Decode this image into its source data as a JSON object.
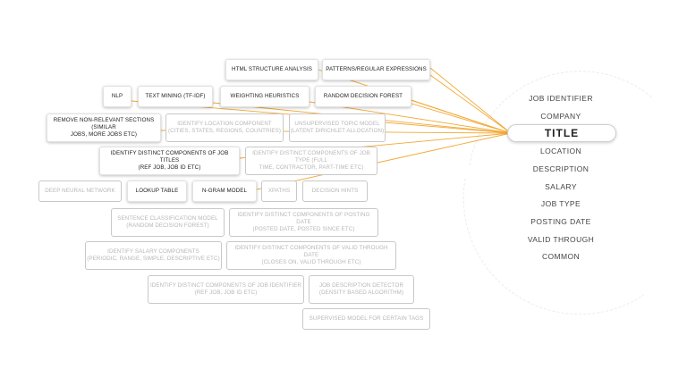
{
  "accent_color": "#f2a833",
  "methods": {
    "html_structure": "HTML STRUCTURE ANALYSIS",
    "patterns": "PATTERNS/REGULAR EXPRESSIONS",
    "nlp": "NLP",
    "text_mining": "TEXT MINING (TF-IDF)",
    "weighting": "WEIGHTING HEURISTICS",
    "random_forest": "RANDOM DECISION FOREST",
    "remove_sections_1": "REMOVE NON-RELEVANT SECTIONS (SIMILAR",
    "remove_sections_2": "JOBS, MORE JOBS ETC)",
    "location_comp_1": "IDENTIFY LOCATION COMPONENT",
    "location_comp_2": "(CITIES, STATES, REGIONS, COUNTRIES)",
    "topic_model_1": "UNSUPERVISED TOPIC MODEL",
    "topic_model_2": "(LATENT DIRICHLET ALLOCATION)",
    "job_titles_1": "IDENTIFY DISTINCT COMPONENTS OF JOB TITLES",
    "job_titles_2": "(REF JOB, JOB ID ETC)",
    "job_type_1": "IDENTIFY DISTINCT COMPONENTS OF JOB TYPE (FULL",
    "job_type_2": "TIME, CONTRACTOR, PART-TIME ETC)",
    "deep_nn": "DEEP NEURAL NETWORK",
    "lookup": "LOOKUP TABLE",
    "ngram": "N-GRAM MODEL",
    "xpaths": "XPATHS",
    "decision_hints": "DECISION HINTS",
    "sentence_class_1": "SENTENCE CLASSIFICATION MODEL",
    "sentence_class_2": "(RANDOM DECISION FOREST)",
    "posting_date_1": "IDENTIFY DISTINCT COMPONENTS OF POSTING DATE",
    "posting_date_2": "(POSTED DATE, POSTED SINCE ETC)",
    "salary_comp_1": "IDENTIFY SALARY COMPONENTS",
    "salary_comp_2": "(PERIODIC, RANGE, SIMPLE, DESCRIPTIVE ETC)",
    "valid_through_1": "IDENTIFY DISTINCT COMPONENTS OF VALID THROUGH DATE",
    "valid_through_2": "(CLOSES ON, VALID THROUGH ETC)",
    "job_identifier_comp_1": "IDENTIFY DISTINCT COMPONENTS OF JOB IDENTIFIER",
    "job_identifier_comp_2": "(REF JOB, JOB ID ETC)",
    "desc_detector_1": "JOB DESCRIPTION DETECTOR",
    "desc_detector_2": "(DENSITY BASED ALGORITHM)",
    "supervised": "SUPERVISED MODEL FOR CERTAIN TAGS"
  },
  "fields": [
    "JOB IDENTIFIER",
    "COMPANY",
    "TITLE",
    "LOCATION",
    "DESCRIPTION",
    "SALARY",
    "JOB TYPE",
    "POSTING DATE",
    "VALID THROUGH",
    "COMMON"
  ],
  "selected_field": "TITLE"
}
